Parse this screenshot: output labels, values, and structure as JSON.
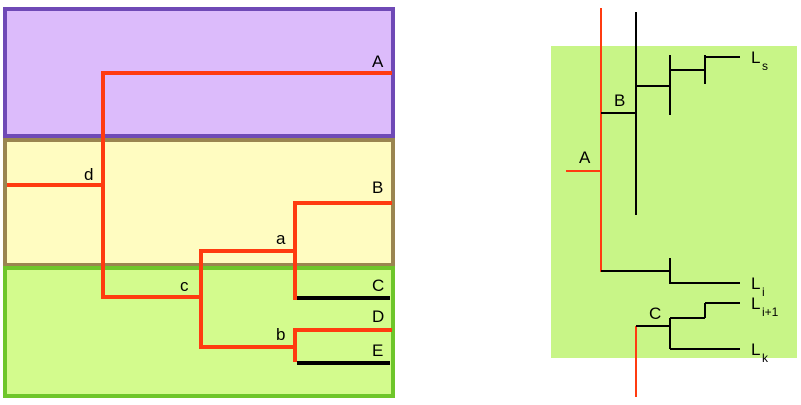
{
  "colors": {
    "purple_fill": "#dcbbfb",
    "purple_border": "#6f49b6",
    "yellow_fill": "#fffcc1",
    "yellow_border": "#9a8550",
    "green_fill": "#d3fb8d",
    "green_border": "#6ec62a",
    "green_panel": "#c8f587",
    "tree_red": "#ff3b10",
    "tree_black": "#000000"
  },
  "left_diagram": {
    "leaf_labels": {
      "A": "A",
      "B": "B",
      "C": "C",
      "D": "D",
      "E": "E"
    },
    "node_labels": {
      "a": "a",
      "b": "b",
      "c": "c",
      "d": "d"
    }
  },
  "right_diagram": {
    "node_labels": {
      "A": "A",
      "B": "B",
      "C": "C"
    },
    "leaf_labels": {
      "s": {
        "base": "L",
        "sub": "s"
      },
      "i": {
        "base": "L",
        "sub": "i"
      },
      "i1": {
        "base": "L",
        "sub": "i+1"
      },
      "k": {
        "base": "L",
        "sub": "k"
      }
    }
  }
}
